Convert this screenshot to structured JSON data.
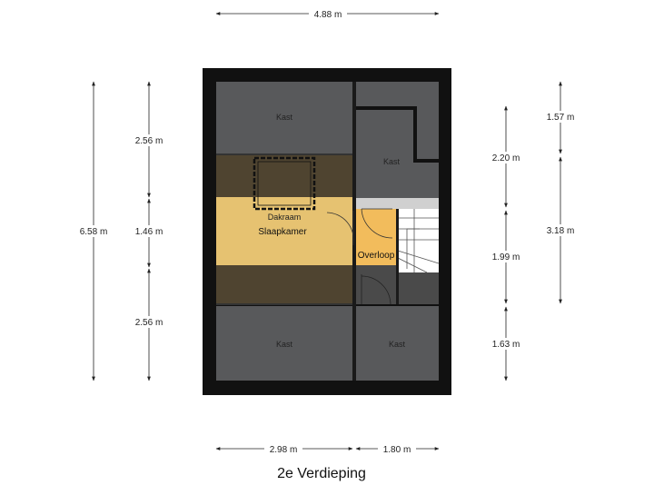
{
  "plan": {
    "title": "2e Verdieping",
    "rooms": {
      "kast_top_left": "Kast",
      "kast_top_right": "Kast",
      "kast_bottom_left": "Kast",
      "kast_bottom_right": "Kast",
      "slaapkamer": "Slaapkamer",
      "overloop": "Overloop",
      "dakraam": "Dakraam"
    },
    "dimensions": {
      "total_width": "4.88 m",
      "width_left": "2.98 m",
      "width_right": "1.80 m",
      "total_height": "6.58 m",
      "left_top": "2.56 m",
      "left_middle": "1.46 m",
      "left_bottom": "2.56 m",
      "right_a_top": "2.20 m",
      "right_a_middle": "1.99 m",
      "right_a_bottom": "1.63 m",
      "right_b_top": "1.57 m",
      "right_b_bottom": "3.18 m"
    },
    "colors": {
      "wall": "#111111",
      "kast": "#58595b",
      "slaapkamer": "#e6c271",
      "overloop": "#f2bc5c",
      "sloped_zone": "#4f4430",
      "stairs": "#ffffff"
    }
  }
}
